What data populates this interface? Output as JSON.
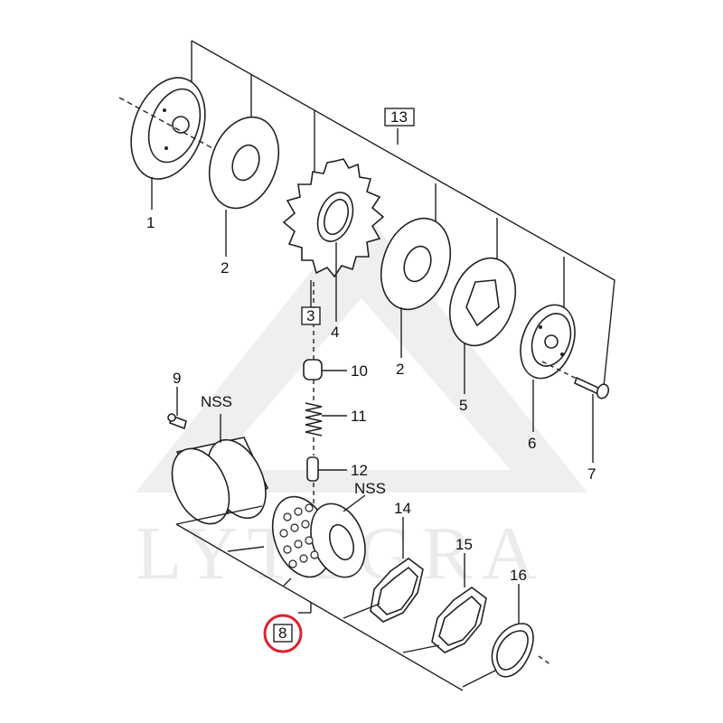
{
  "watermark": {
    "text": "LYTEGRA"
  },
  "callouts": {
    "p1": "1",
    "p2a": "2",
    "p2b": "2",
    "p3": "3",
    "p4": "4",
    "p5": "5",
    "p6": "6",
    "p7": "7",
    "p8": "8",
    "p9": "9",
    "p10": "10",
    "p11": "11",
    "p12": "12",
    "p13": "13",
    "p14": "14",
    "p15": "15",
    "p16": "16",
    "nss1": "NSS",
    "nss2": "NSS"
  },
  "highlight": {
    "target": "8",
    "color": "#d9232a"
  }
}
